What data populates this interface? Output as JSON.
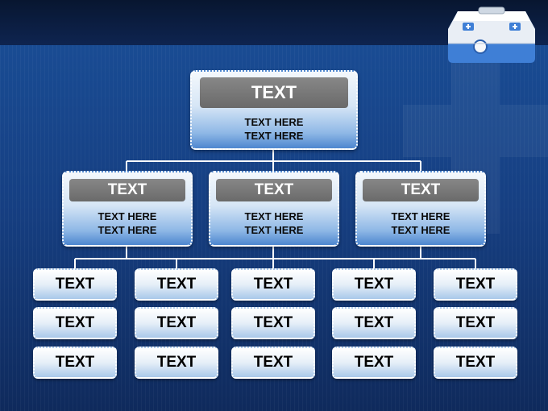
{
  "org_chart": {
    "root": {
      "title": "TEXT",
      "lines": [
        "TEXT HERE",
        "TEXT HERE"
      ]
    },
    "level2": [
      {
        "title": "TEXT",
        "lines": [
          "TEXT HERE",
          "TEXT HERE"
        ]
      },
      {
        "title": "TEXT",
        "lines": [
          "TEXT HERE",
          "TEXT HERE"
        ]
      },
      {
        "title": "TEXT",
        "lines": [
          "TEXT HERE",
          "TEXT HERE"
        ]
      }
    ],
    "columns": [
      {
        "items": [
          "TEXT",
          "TEXT",
          "TEXT"
        ]
      },
      {
        "items": [
          "TEXT",
          "TEXT",
          "TEXT"
        ]
      },
      {
        "items": [
          "TEXT",
          "TEXT",
          "TEXT"
        ]
      },
      {
        "items": [
          "TEXT",
          "TEXT",
          "TEXT"
        ]
      },
      {
        "items": [
          "TEXT",
          "TEXT",
          "TEXT"
        ]
      }
    ]
  },
  "colors": {
    "background": "#163f82",
    "top_band": "#0b1d40",
    "header_bar": "#777777",
    "box_gradient_top": "#f4f8fc",
    "box_gradient_bottom": "#4d86cf",
    "connector": "#ffffff"
  },
  "icons": [
    "medkit-icon",
    "cross-watermark"
  ]
}
